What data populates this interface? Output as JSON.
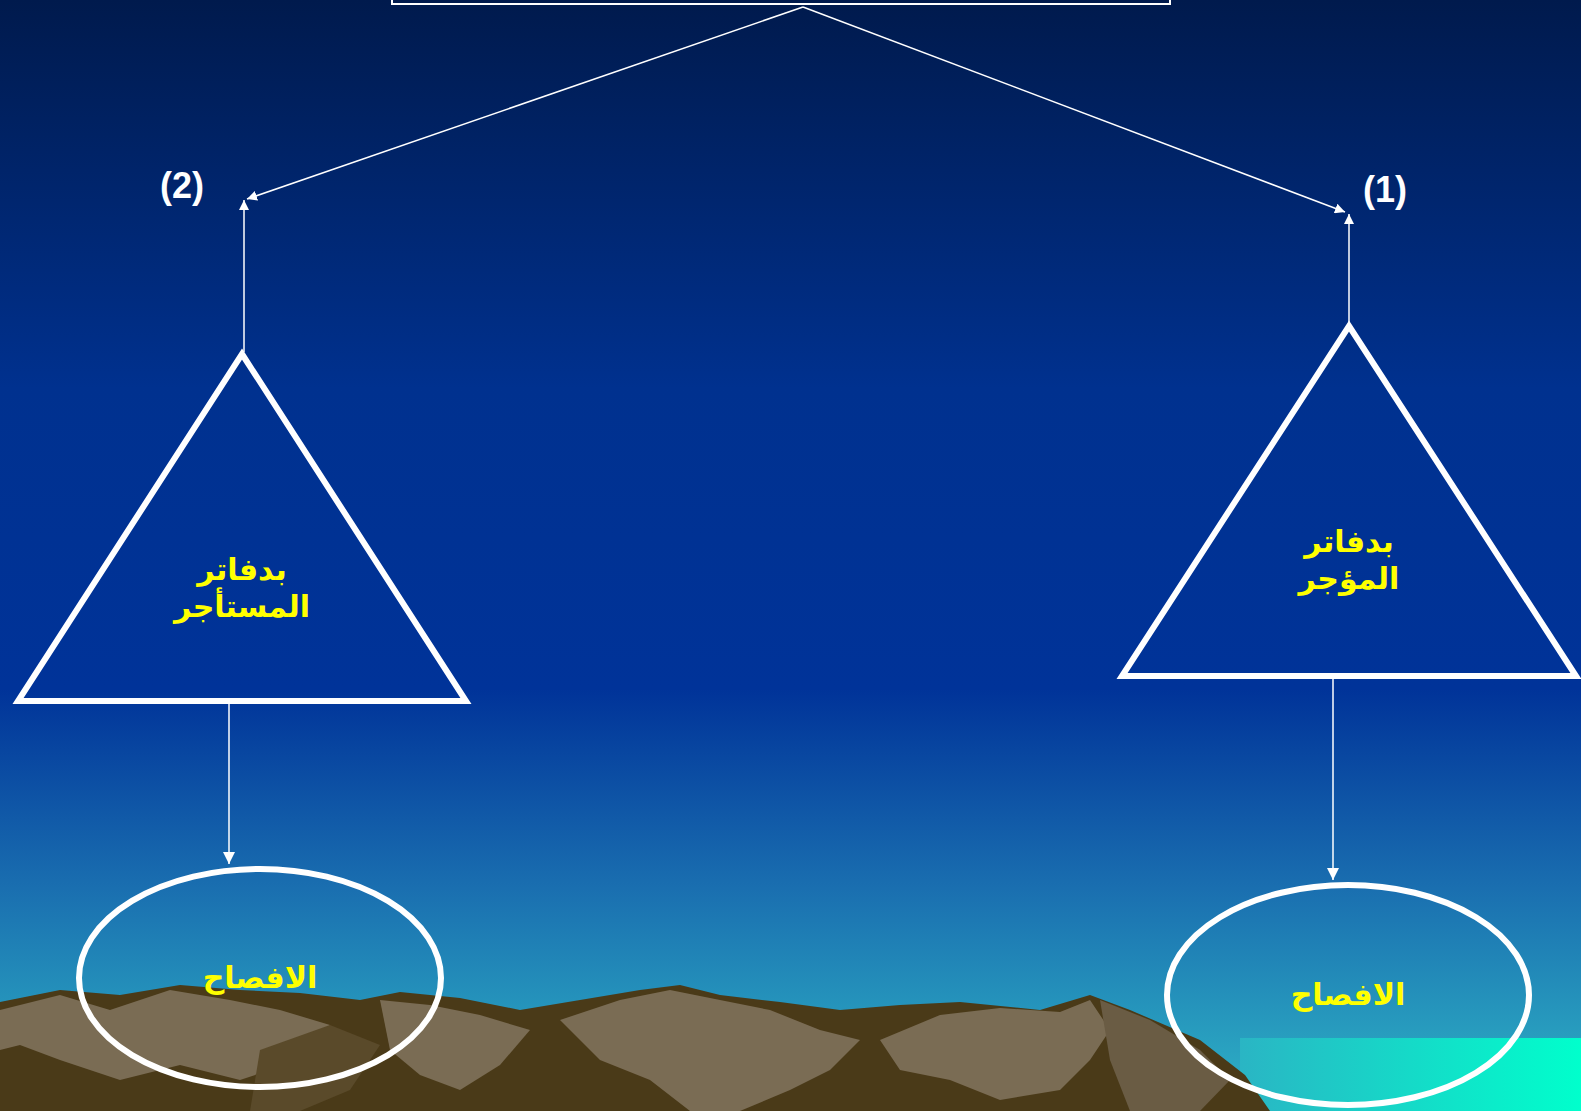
{
  "diagram": {
    "nodes": [
      {
        "text": [
          "بدفاتر المؤجر"
        ]
      },
      {
        "text": [
          "الافصاح"
        ]
      },
      {
        "text": [
          "بدفاتر المستأجر"
        ]
      },
      {
        "text": [
          "الافصاح"
        ]
      }
    ],
    "edges": [
      {
        "from": 0,
        "to": 1,
        "arrow": "to"
      },
      {
        "from": 2,
        "to": 3,
        "arrow": "to"
      }
    ],
    "labels": [
      "(1)",
      "(2)"
    ]
  }
}
